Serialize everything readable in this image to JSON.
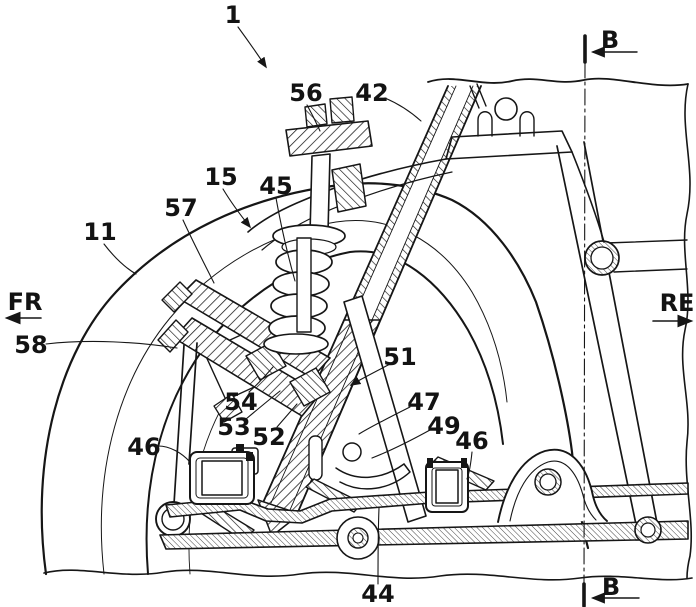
{
  "figure": {
    "reference_labels": {
      "ref_1": "1",
      "ref_11": "11",
      "ref_15": "15",
      "ref_42": "42",
      "ref_44": "44",
      "ref_45": "45",
      "ref_46_left": "46",
      "ref_46_right": "46",
      "ref_47": "47",
      "ref_49": "49",
      "ref_51": "51",
      "ref_52": "52",
      "ref_53": "53",
      "ref_54": "54",
      "ref_56": "56",
      "ref_57": "57",
      "ref_58": "58"
    },
    "direction_indicators": {
      "front": "FR",
      "rear": "RE"
    },
    "section_markers": {
      "top": "B",
      "bottom": "B"
    },
    "colors": {
      "ink": "#161616",
      "paper": "#ffffff"
    }
  }
}
